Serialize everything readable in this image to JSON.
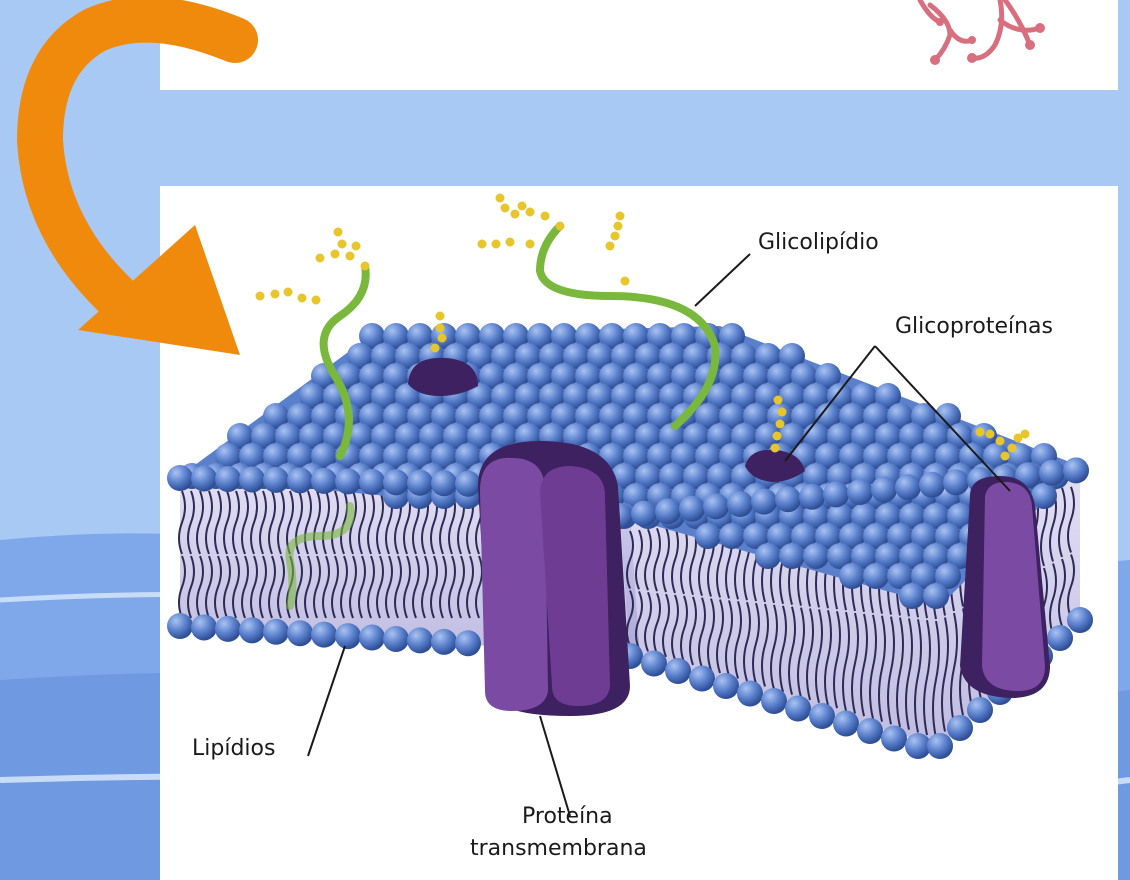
{
  "diagram": {
    "labels": {
      "glycolipid": "Glicolipídio",
      "glycoproteins": "Glicoproteínas",
      "lipids": "Lipídios",
      "transmembrane_protein_line1": "Proteína",
      "transmembrane_protein_line2": "transmembrana"
    }
  },
  "colors": {
    "background": "#a9c9f5",
    "panel": "#ffffff",
    "arrow": "#f08a0c",
    "lipid_head": "#4f74c4",
    "protein": "#6e3d93",
    "protein_dark": "#3d2160",
    "glycolipid_chain": "#79b83c",
    "sugar": "#e6c62b",
    "pink_shape": "#d86e7e"
  },
  "icons": [
    "curved-arrow",
    "coral-shape"
  ]
}
